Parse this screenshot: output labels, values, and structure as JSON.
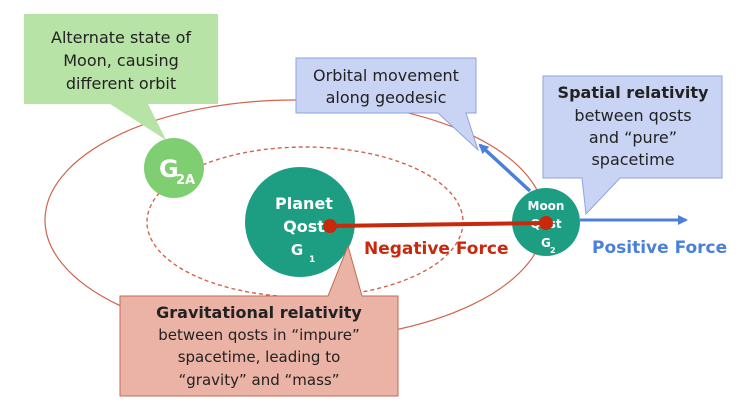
{
  "callouts": {
    "alternate_state": {
      "lines": [
        "Alternate state of",
        "Moon, causing",
        "different orbit"
      ],
      "fill": "#b7e4a6"
    },
    "orbital_movement": {
      "lines": [
        "Orbital movement",
        "along geodesic"
      ],
      "fill": "#c9d4f4"
    },
    "spatial_relativity": {
      "title": "Spatial relativity",
      "lines": [
        "between qosts",
        "and “pure”",
        "spacetime"
      ],
      "fill": "#c9d4f4"
    },
    "gravitational_relativity": {
      "title": "Gravitational relativity",
      "lines": [
        "between qosts in “impure”",
        "spacetime, leading to",
        "“gravity” and “mass”"
      ],
      "fill": "#ebb3a6"
    }
  },
  "bodies": {
    "planet": {
      "line1": "Planet",
      "line2": "Qost",
      "symbol": "G",
      "subscript": "1",
      "fill": "#1d9e82"
    },
    "moon": {
      "line1": "Moon",
      "line2": "Qost",
      "symbol": "G",
      "subscript": "2",
      "fill": "#1d9e82"
    },
    "alternate_moon": {
      "symbol": "G",
      "subscript": "2A",
      "fill": "#7fcf72"
    }
  },
  "forces": {
    "negative": {
      "label": "Negative Force",
      "color": "#c8290c"
    },
    "positive": {
      "label": "Positive Force",
      "color": "#4a7fdc"
    }
  },
  "colors": {
    "orbit": "#d0644c",
    "text": "#222222",
    "body_text": "#ffffff"
  }
}
